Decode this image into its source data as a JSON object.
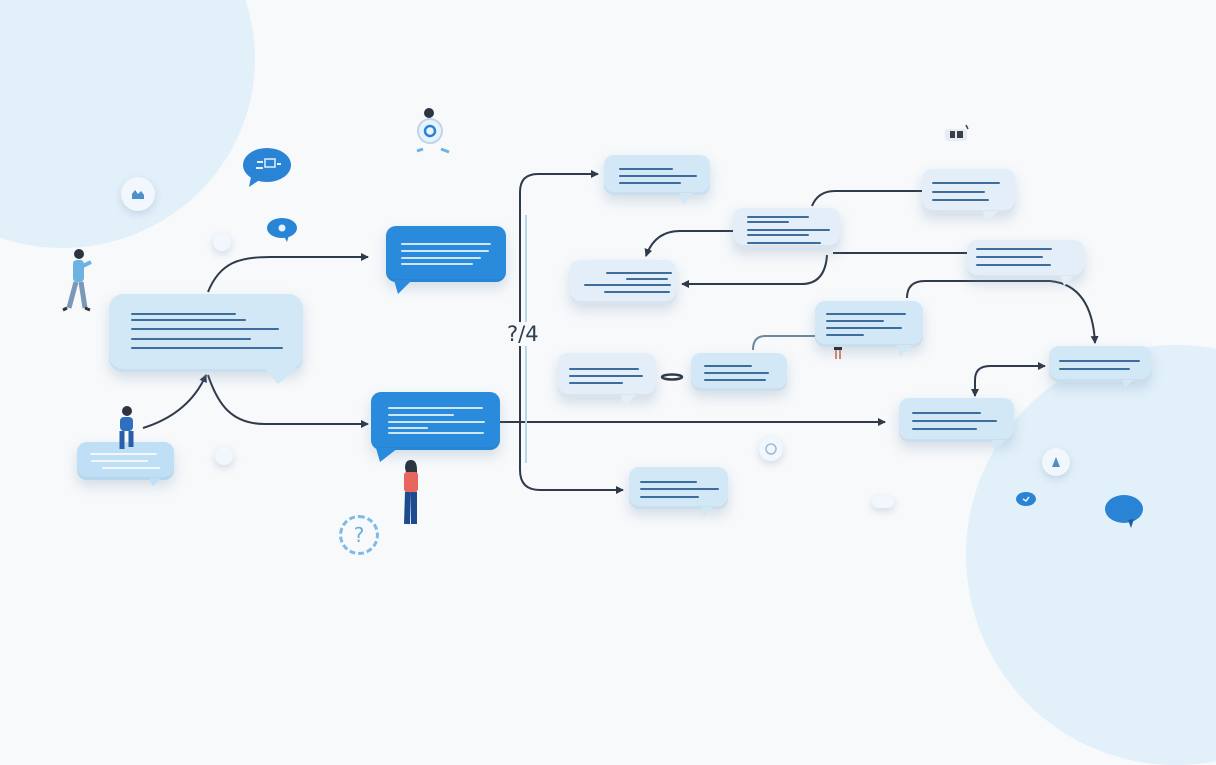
{
  "diagram": {
    "title": "",
    "theme": {
      "background": "#f7f9fb",
      "blob": "#e2f0fa",
      "bubble_light": "#d3e8f7",
      "bubble_pale": "#e3eef8",
      "bubble_dark": "#2a8bdc",
      "line_text": "#3d6d9c",
      "connector": "#2f3b4b"
    },
    "center_label": "?/4",
    "help_icon_label": "?",
    "nodes": [
      {
        "id": "n1",
        "style": "light",
        "lines": 5
      },
      {
        "id": "n2",
        "style": "dark",
        "lines": 4
      },
      {
        "id": "n3",
        "style": "dark",
        "lines": 5
      },
      {
        "id": "n4",
        "style": "light",
        "lines": 3
      },
      {
        "id": "n5",
        "style": "light",
        "lines": 3
      },
      {
        "id": "n6",
        "style": "pale",
        "lines": 4
      },
      {
        "id": "n7",
        "style": "pale",
        "lines": 3
      },
      {
        "id": "n8",
        "style": "pale",
        "lines": 5
      },
      {
        "id": "n9",
        "style": "pale",
        "lines": 3
      },
      {
        "id": "n10",
        "style": "pale",
        "lines": 3
      },
      {
        "id": "n11",
        "style": "light",
        "lines": 3
      },
      {
        "id": "n12",
        "style": "light",
        "lines": 4
      },
      {
        "id": "n13",
        "style": "light",
        "lines": 2
      },
      {
        "id": "n14",
        "style": "light",
        "lines": 3
      },
      {
        "id": "n15",
        "style": "light",
        "lines": 3
      }
    ],
    "edges": [
      {
        "from": "n1",
        "to": "n2"
      },
      {
        "from": "n15",
        "to": "n1"
      },
      {
        "from": "n1",
        "to": "n3"
      },
      {
        "from": "branch",
        "to": "n4"
      },
      {
        "from": "branch",
        "to": "n5"
      },
      {
        "from": "n3",
        "to": "n14"
      },
      {
        "from": "n8",
        "to": "n6"
      },
      {
        "from": "n9",
        "to": "n6"
      },
      {
        "from": "n8",
        "to": "n7"
      },
      {
        "from": "n11",
        "to": "n9"
      },
      {
        "from": "n10",
        "to": "n13"
      },
      {
        "from": "n14",
        "to": "n13"
      },
      {
        "from": "n10",
        "to": "n11"
      }
    ]
  }
}
